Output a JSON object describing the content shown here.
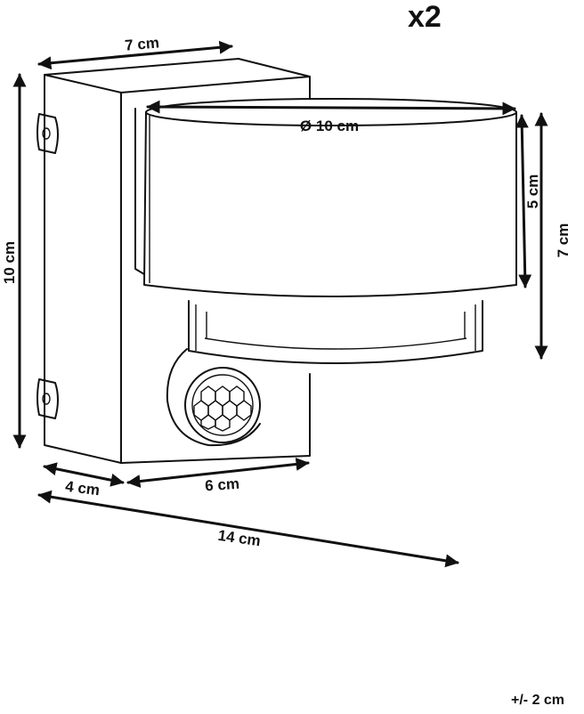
{
  "quantity": "x2",
  "tolerance": "+/- 2 cm",
  "dimensions": {
    "top_width": "7 cm",
    "diameter": "Ø 10 cm",
    "total_height": "10 cm",
    "shade_height": "5 cm",
    "lamp_height": "7 cm",
    "base_depth": "4 cm",
    "base_width": "6 cm",
    "total_depth": "14 cm"
  }
}
